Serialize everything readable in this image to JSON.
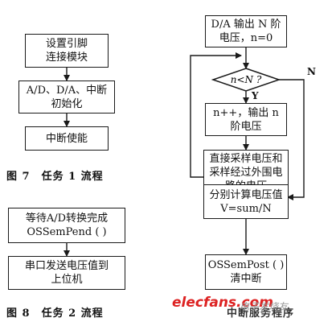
{
  "fig7": {
    "boxes": [
      [
        "设置引脚",
        "连接模块"
      ],
      [
        "A/D、D/A、中断",
        "初始化"
      ],
      [
        "中断使能"
      ]
    ],
    "caption": "图 7　任务 1 流程"
  },
  "fig8": {
    "boxes": [
      [
        "等待A/D转换完成",
        "OSSemPend ( )"
      ],
      [
        "串口发送电压值到",
        "上位机"
      ]
    ],
    "caption": "图 8　任务 2 流程"
  },
  "fig9": {
    "start": [
      "D/A 输出 N 阶",
      "电压，n=0"
    ],
    "decision": "n<N ?",
    "yes_label": "Y",
    "no_label": "N",
    "step1": [
      "n++，输出 n",
      "阶电压"
    ],
    "step2": [
      "直接采样电压和",
      "采样经过外围电",
      "路的电压"
    ],
    "step3": [
      "分别计算电压值",
      "V=sum/N"
    ],
    "step4": [
      "OSSemPost ( )",
      "清中断"
    ],
    "caption": "中断服务程序"
  },
  "watermark": {
    "logo": "elecfans.com",
    "text": "电子发烧友"
  }
}
